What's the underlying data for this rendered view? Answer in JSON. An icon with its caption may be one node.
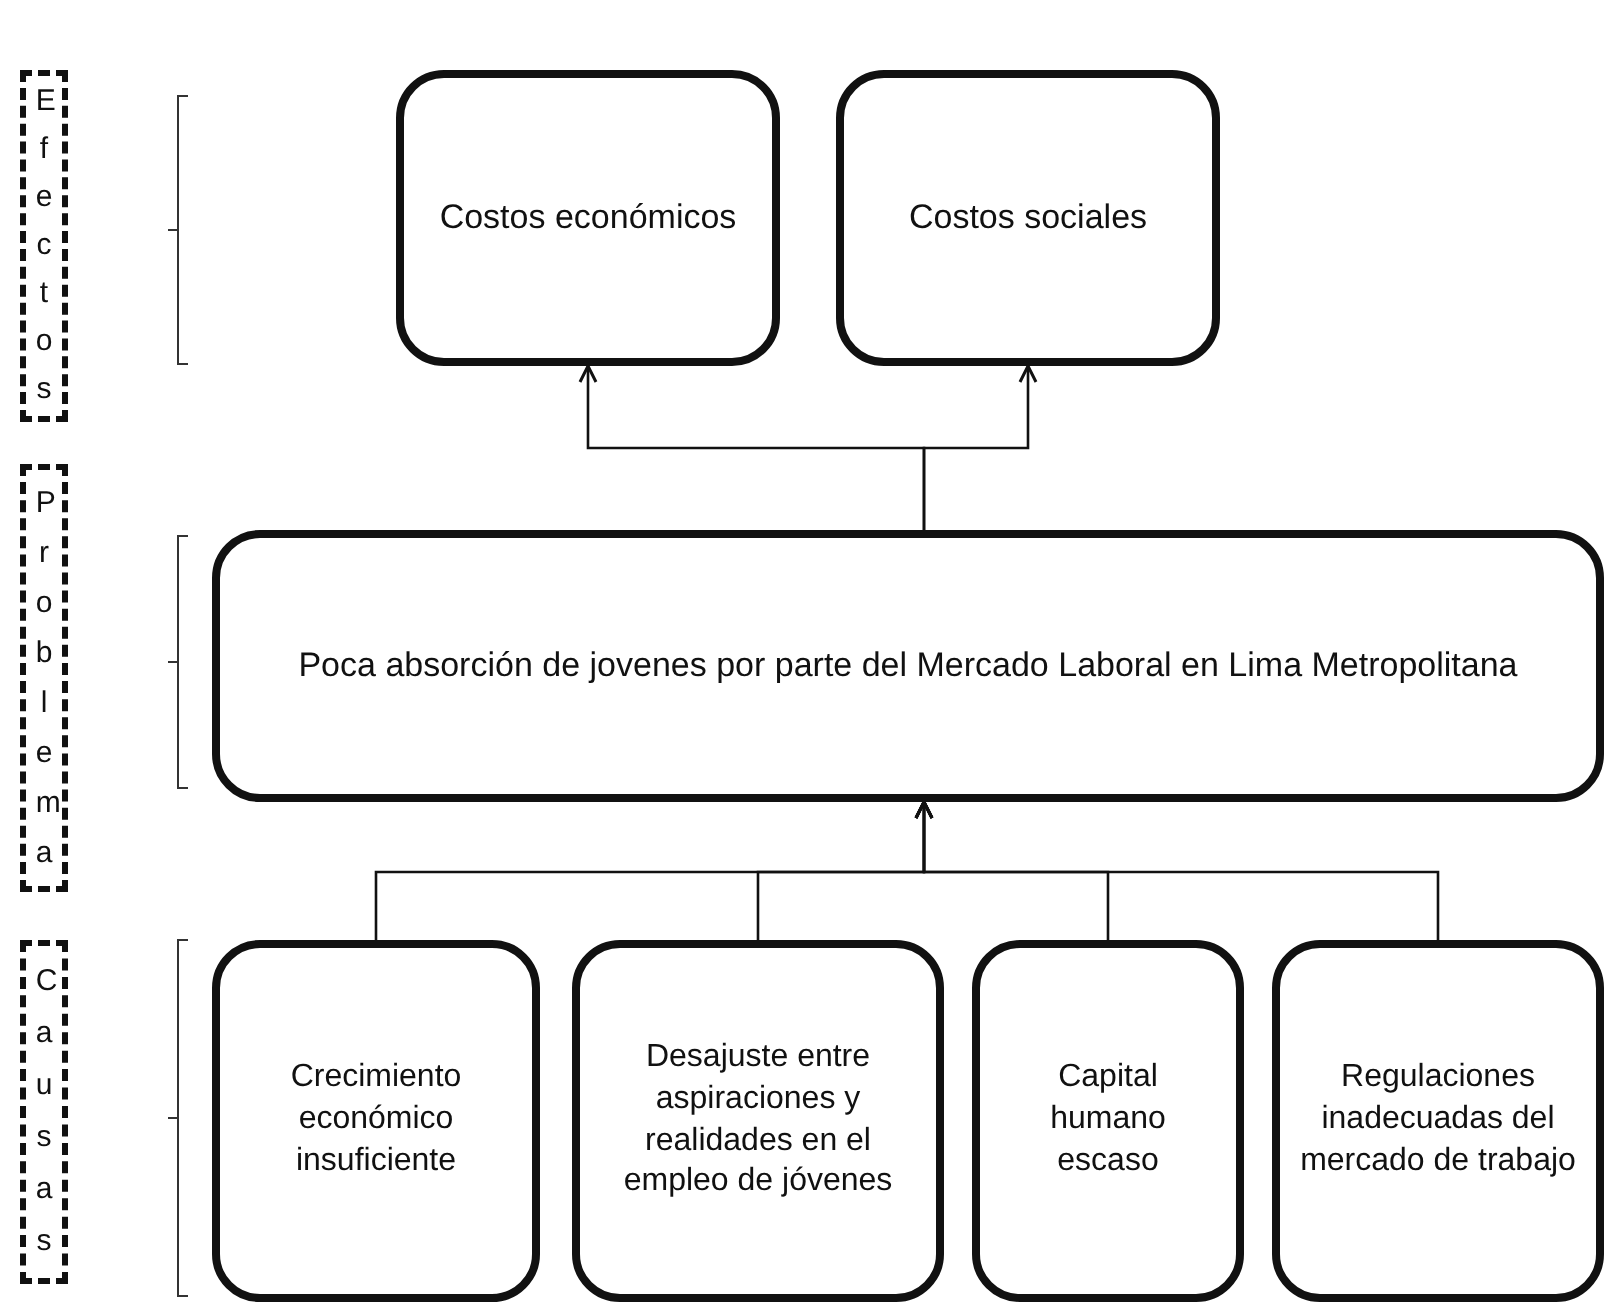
{
  "diagram": {
    "nodes": [
      {
        "text": [
          "Efectos"
        ]
      },
      {
        "text": [
          "Costos económicos"
        ]
      },
      {
        "text": [
          "Costos sociales"
        ]
      },
      {
        "text": [
          "Problema"
        ]
      },
      {
        "text": [
          "Poca absorción de jovenes por parte del Mercado Laboral en Lima Metropolitana"
        ]
      },
      {
        "text": [
          "Causas"
        ]
      },
      {
        "text": [
          "Crecimiento económico insuficiente"
        ]
      },
      {
        "text": [
          "Desajuste entre aspiraciones y realidades en el empleo de jóvenes"
        ]
      },
      {
        "text": [
          "Capital humano escaso"
        ]
      },
      {
        "text": [
          "Regulaciones inadecuadas del mercado de trabajo"
        ]
      }
    ],
    "edges": [
      {
        "from": 4,
        "to": 1,
        "arrow": "to"
      },
      {
        "from": 4,
        "to": 2,
        "arrow": "to"
      },
      {
        "from": 6,
        "to": 4,
        "arrow": "to"
      },
      {
        "from": 7,
        "to": 4,
        "arrow": "to"
      },
      {
        "from": 8,
        "to": 4,
        "arrow": "to"
      },
      {
        "from": 9,
        "to": 4,
        "arrow": "to"
      }
    ]
  }
}
